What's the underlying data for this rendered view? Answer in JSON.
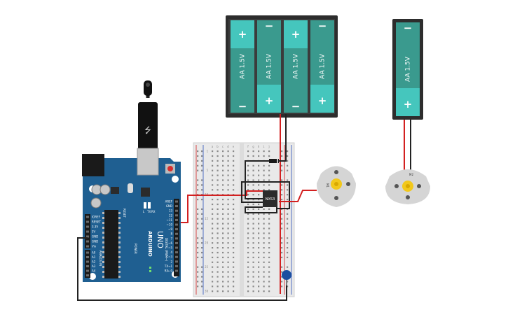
{
  "battery_pack_4": {
    "cells": [
      {
        "label": "AA 1.5V",
        "sign_top": "+",
        "sign_bottom": "−"
      },
      {
        "label": "AA 1.5V",
        "sign_top": "−",
        "sign_bottom": "+"
      },
      {
        "label": "AA 1.5V",
        "sign_top": "+",
        "sign_bottom": "−"
      },
      {
        "label": "AA 1.5V",
        "sign_top": "−",
        "sign_bottom": "+"
      }
    ]
  },
  "battery_pack_1": {
    "cells": [
      {
        "label": "AA 1.5V",
        "sign_top": "−",
        "sign_bottom": "+"
      }
    ]
  },
  "arduino": {
    "brand": "ARDUINO",
    "model": "UNO",
    "reset_label": "RESET",
    "power_pins": [
      "IOREF",
      "RESET",
      "3.3V",
      "5V",
      "GND",
      "GND",
      "Vin"
    ],
    "power_header": "POWER",
    "analog_pins": [
      "A0",
      "A1",
      "A2",
      "A3",
      "A4",
      "A5"
    ],
    "analog_header": "ANALOG IN",
    "digital_pins": [
      "AREF",
      "GND",
      "13",
      "12",
      "~11",
      "~10",
      "~9",
      "8",
      "7",
      "~6",
      "~5",
      "4",
      "~3",
      "2",
      "TX→1",
      "RX←0"
    ],
    "digital_header": "DIGITAL (PWM~)",
    "leds": [
      "L",
      "TX",
      "RX"
    ]
  },
  "breadboard": {
    "column_letters_left": [
      "a",
      "b",
      "c",
      "d",
      "e"
    ],
    "column_letters_right": [
      "f",
      "g",
      "h",
      "i",
      "j"
    ],
    "rows": [
      "1",
      "5",
      "10",
      "15",
      "20",
      "25",
      "30"
    ]
  },
  "transistor": {
    "label": "NXS3"
  },
  "motor_1": {
    "label": "M1"
  },
  "motor_2": {
    "label": "M2"
  },
  "colors": {
    "battery_case": "#2d2d2d",
    "battery_cell": "#3a9a8e",
    "battery_terminal": "#45c6bd",
    "arduino_board": "#1f5f91",
    "breadboard": "#e9e9e9",
    "wire_red": "#d32020",
    "wire_black": "#222222",
    "motor_body": "#d5d5d5",
    "motor_shaft": "#f2c81a",
    "capacitor": "#1b4fa0"
  }
}
